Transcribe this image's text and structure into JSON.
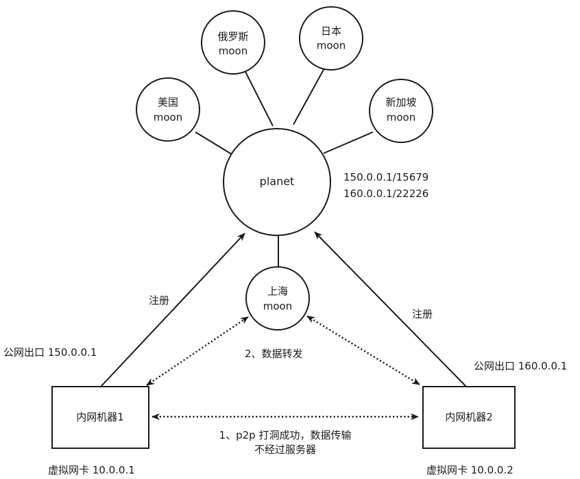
{
  "nodes": {
    "planet": {
      "label": "planet"
    },
    "moon_russia": {
      "line1": "俄罗斯",
      "line2": "moon"
    },
    "moon_japan": {
      "line1": "日本",
      "line2": "moon"
    },
    "moon_usa": {
      "line1": "美国",
      "line2": "moon"
    },
    "moon_singapore": {
      "line1": "新加坡",
      "line2": "moon"
    },
    "moon_shanghai": {
      "line1": "上海",
      "line2": "moon"
    },
    "host1": {
      "label": "内网机器1"
    },
    "host2": {
      "label": "内网机器2"
    }
  },
  "annotations": {
    "planet_addr1": "150.0.0.1/15679",
    "planet_addr2": "160.0.0.1/22226",
    "register_left": "注册",
    "register_right": "注册",
    "public_exit_left": "公网出口 150.0.0.1",
    "public_exit_right": "公网出口 160.0.0.1",
    "relay": "2、数据转发",
    "p2p_line1": "1、p2p 打洞成功，数据传输",
    "p2p_line2": "不经过服务器",
    "vnic_left": "虚拟网卡 10.0.0.1",
    "vnic_right": "虚拟网卡 10.0.0.2"
  }
}
